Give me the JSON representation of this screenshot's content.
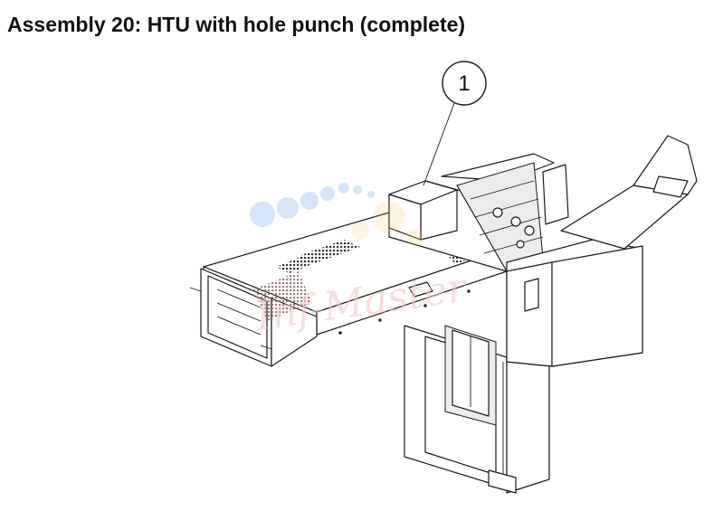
{
  "title": "Assembly 20:  HTU with hole punch (complete)",
  "callouts": [
    {
      "number": "1"
    }
  ],
  "watermark": {
    "text": "Inf-Master",
    "dot_colors": [
      "#6b9ee8",
      "#f5c56b",
      "#e88f8f"
    ]
  }
}
